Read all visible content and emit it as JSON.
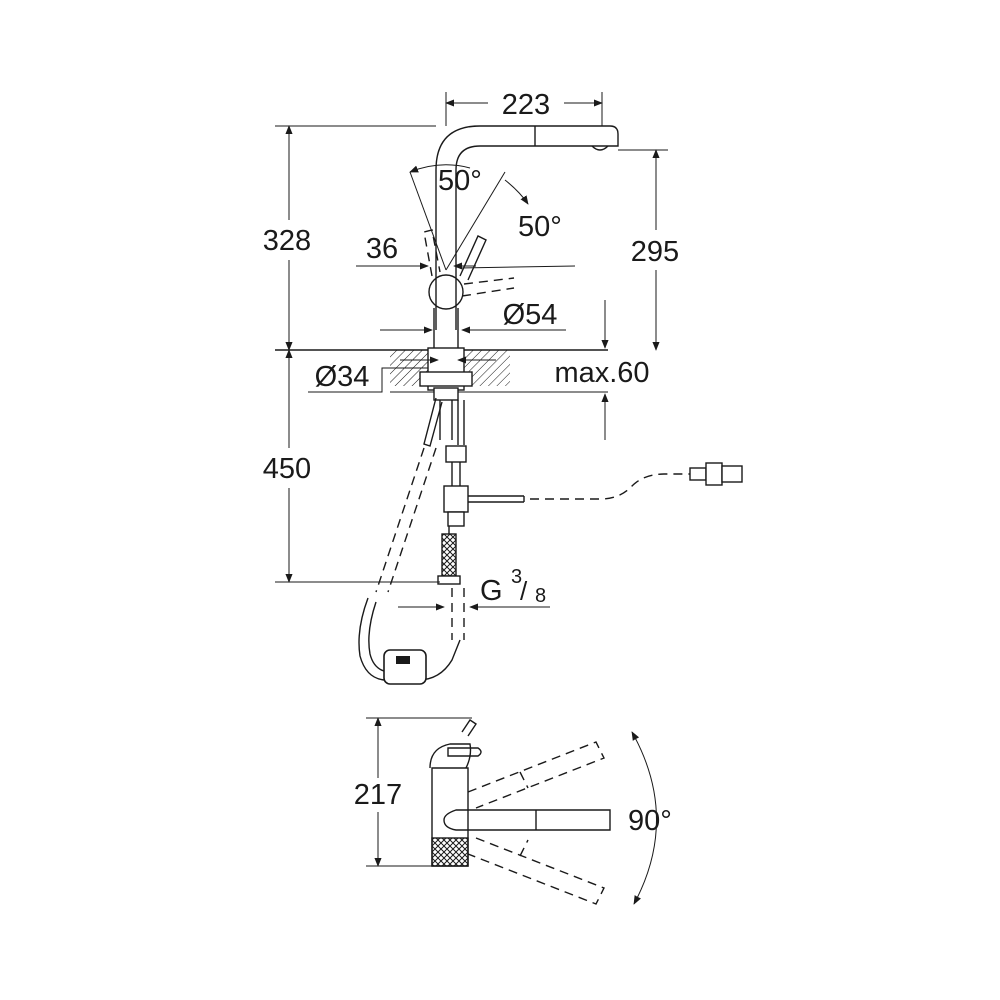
{
  "dimensions": {
    "width_223": "223",
    "height_328": "328",
    "height_295": "295",
    "angle_50_a": "50°",
    "angle_50_b": "50°",
    "offset_36": "36",
    "diameter_54": "Ø54",
    "diameter_34": "Ø34",
    "max_60": "max.60",
    "height_450": "450",
    "thread_g": "G",
    "thread_num": "3",
    "thread_den": "8",
    "height_217": "217",
    "angle_90": "90°"
  },
  "colors": {
    "line": "#1a1a1a",
    "background": "#ffffff"
  }
}
